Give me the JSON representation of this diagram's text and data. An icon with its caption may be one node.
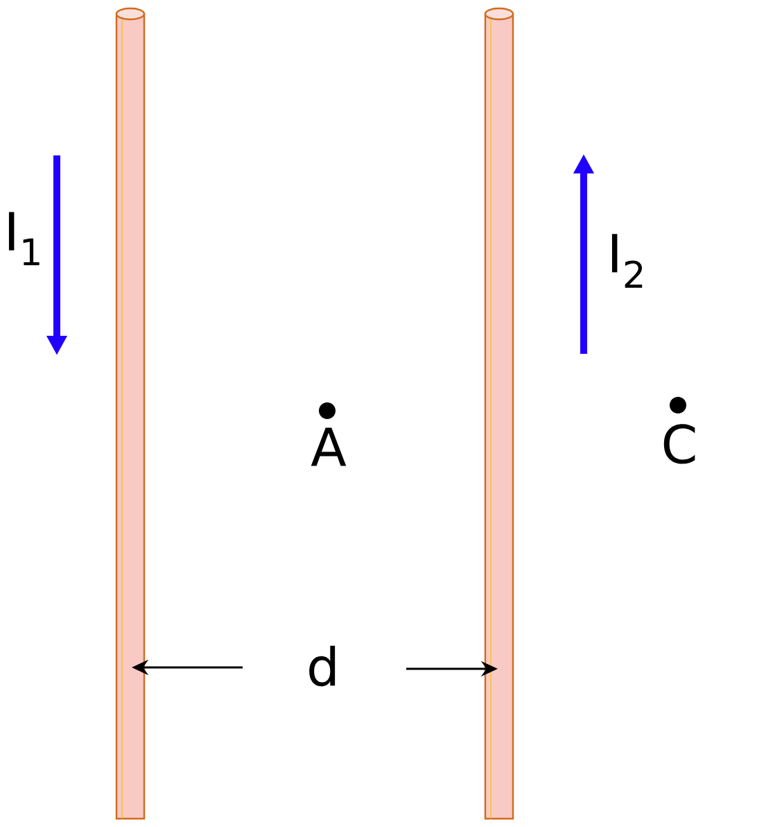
{
  "diagram": {
    "labels": [
      "I$_{1}$",
      "I$_{2}$",
      "A",
      "C",
      "d"
    ]
  }
}
